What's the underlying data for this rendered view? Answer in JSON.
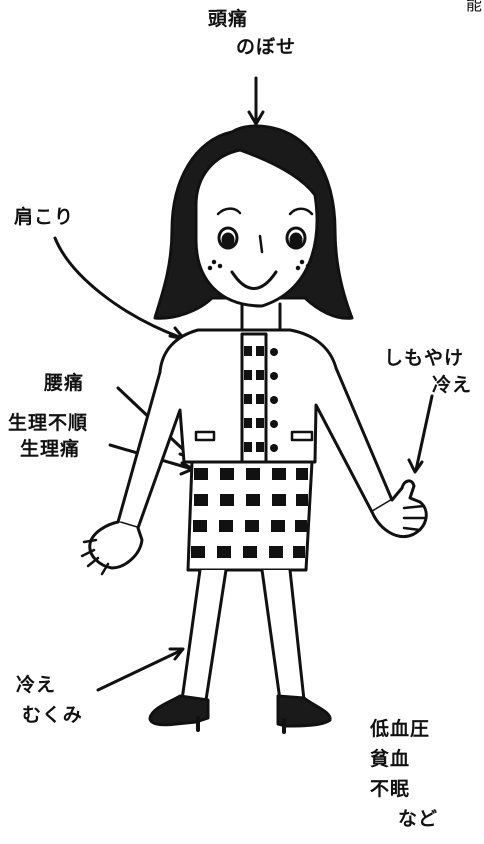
{
  "corner_text": "能",
  "labels": {
    "head_1": "頭痛",
    "head_2": "のぼせ",
    "shoulder": "肩こり",
    "lowback": "腰痛",
    "period_1": "生理不順",
    "period_2": "生理痛",
    "hand_1": "しもやけ",
    "hand_2": "冷え",
    "leg_1": "冷え",
    "leg_2": "むくみ",
    "other_1": "低血圧",
    "other_2": "貧血",
    "other_3": "不眠",
    "other_4": "など"
  }
}
